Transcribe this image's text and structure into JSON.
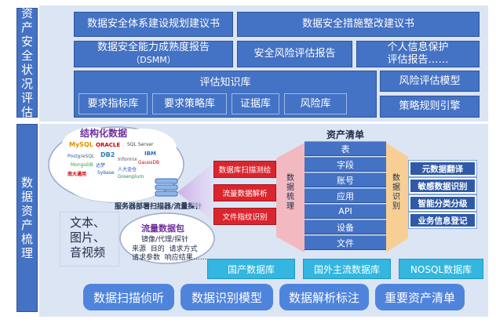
{
  "top_section": {
    "side_label": "资产安全状况评估",
    "row1": [
      "数据安全体系建设规划建议书",
      "数据安全措施整改建议书"
    ],
    "row2": [
      {
        "line1": "数据安全能力成熟度报告",
        "line2": "（DSMM）"
      },
      {
        "line1": "安全风险评估报告",
        "line2": ""
      },
      {
        "line1": "个人信息保护",
        "line2": "评估报告……"
      }
    ],
    "knowledge_base": {
      "title": "评估知识库",
      "items": [
        "要求指标库",
        "要求策略库",
        "证据库",
        "风险库"
      ]
    },
    "risk_model": "风险评估模型",
    "policy_engine": "策略规则引擎"
  },
  "bottom_section": {
    "side_label": "数据资产梳理",
    "structured": {
      "title": "结构化数据",
      "logos": [
        "MySQL",
        "ORACLE",
        "SQL Server",
        "PostgreSQL",
        "DB2",
        "IBM",
        "Informix",
        "GaussDB",
        "MongoDB",
        "达梦",
        "人大金仓",
        "南大通用",
        "Sybase",
        "Greenplum"
      ]
    },
    "scanner_label": "服务器部署扫描器/流量探针",
    "unstructured_text": [
      "文本、",
      "图片、",
      "音视频"
    ],
    "traffic": {
      "title": "流量数据包",
      "subtitle": "镜像/代理/探针",
      "line1": "来源  目的  请求方式",
      "line2": "请求参数  响应结果……"
    },
    "methods": [
      "数据库扫描测绘",
      "流量数据解析",
      "文件指纹识别"
    ],
    "combing_label": "数据梳理",
    "asset_list": {
      "title": "资产清单",
      "items": [
        "表",
        "字段",
        "账号",
        "应用",
        "API",
        "设备",
        "文件"
      ]
    },
    "identify_label": "数据识别",
    "outputs": [
      "元数据翻译",
      "敏感数据识别",
      "智能分类分级",
      "业务信息登记"
    ],
    "databases": [
      "国产数据库",
      "国外主流数据库",
      "NOSQL数据库"
    ],
    "capabilities": [
      "数据扫描侦听",
      "数据识别模型",
      "数据解析标注",
      "重要资产清单"
    ]
  },
  "colors": {
    "primary_blue": "#4472c4",
    "cyan": "#33b6e0",
    "red": "#d9262e",
    "pill_blue": "#4f84dd",
    "panel": "#dbe5f4"
  }
}
